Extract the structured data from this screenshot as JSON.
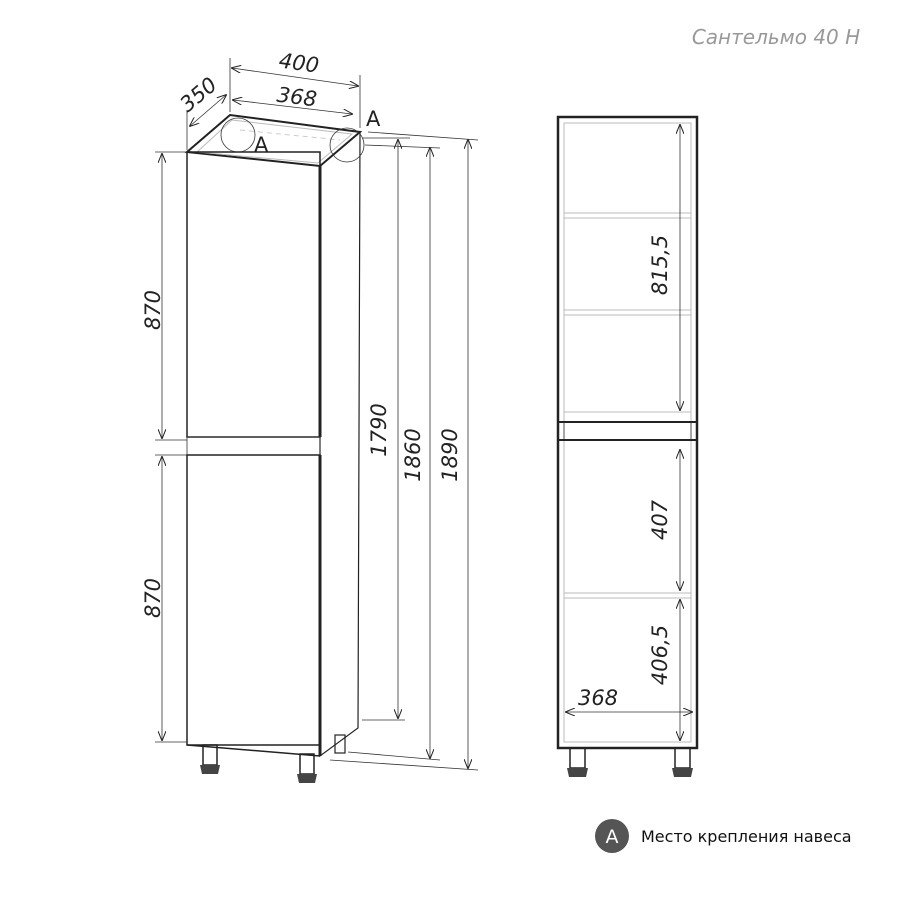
{
  "title": "Сантельмо 40 Н",
  "left_view": {
    "width_outer": "400",
    "width_inner": "368",
    "depth": "350",
    "mount_label_1": "A",
    "mount_label_2": "A",
    "door_top_height": "870",
    "door_bottom_height": "870",
    "body_height": "1790",
    "height_no_top": "1860",
    "total_height": "1890"
  },
  "right_view": {
    "upper_section": "815,5",
    "middle_shelf": "407",
    "lower_shelf": "406,5",
    "inner_width": "368"
  },
  "legend": {
    "symbol": "A",
    "text": "Место крепления навеса"
  }
}
